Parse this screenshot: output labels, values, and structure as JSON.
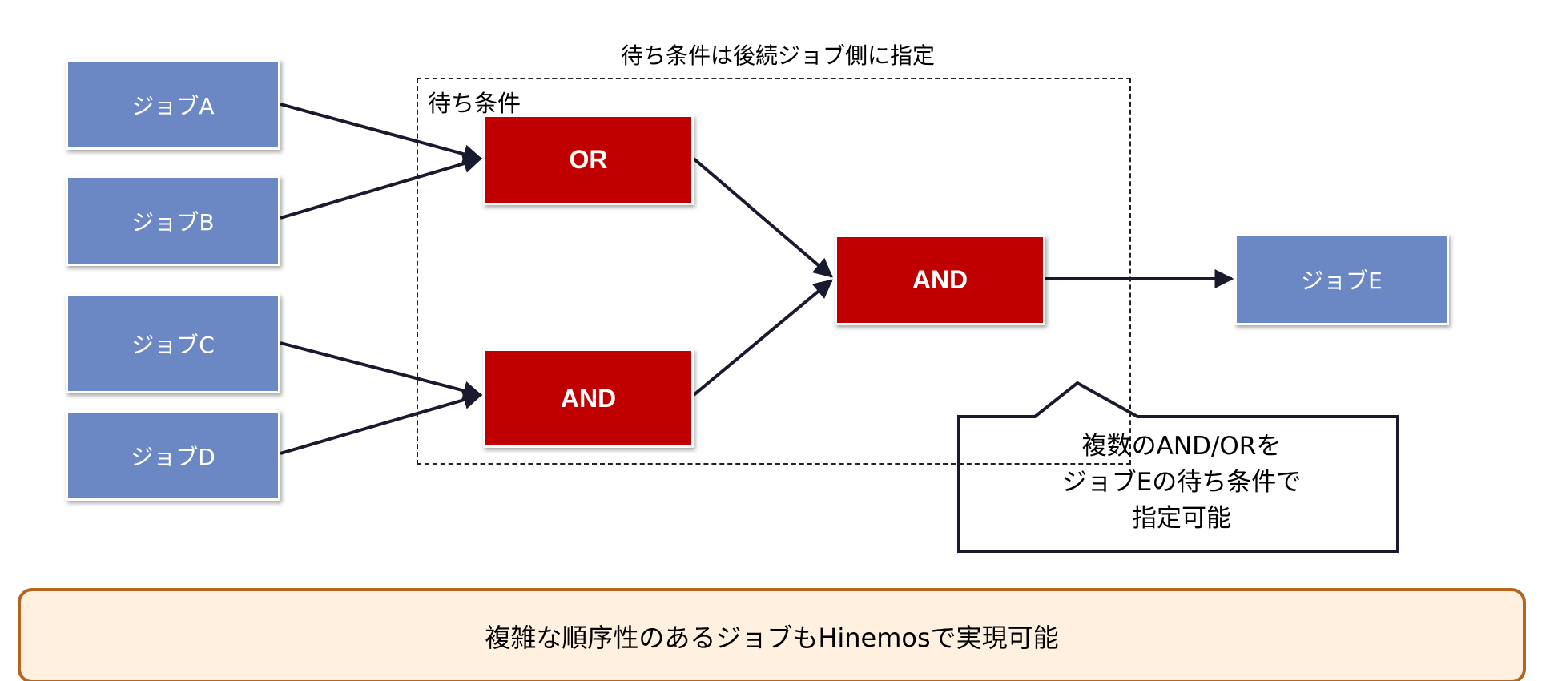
{
  "diagram": {
    "top_note": "待ち条件は後続ジョブ側に指定",
    "frame_label": "待ち条件",
    "jobs": {
      "a": "ジョブA",
      "b": "ジョブB",
      "c": "ジョブC",
      "d": "ジョブD",
      "e": "ジョブE"
    },
    "gates": {
      "or_top": "OR",
      "and_bottom": "AND",
      "and_final": "AND"
    },
    "callout": {
      "line1": "複数のAND/ORを",
      "line2": "ジョブEの待ち条件で",
      "line3": "指定可能"
    },
    "summary": "複雑な順序性のあるジョブもHinemosで実現可能"
  },
  "colors": {
    "job_fill": "#6b88c4",
    "gate_fill": "#c00000",
    "banner_fill": "#fff0e0",
    "banner_border": "#b5651d",
    "edge": "#1a1a2e"
  }
}
